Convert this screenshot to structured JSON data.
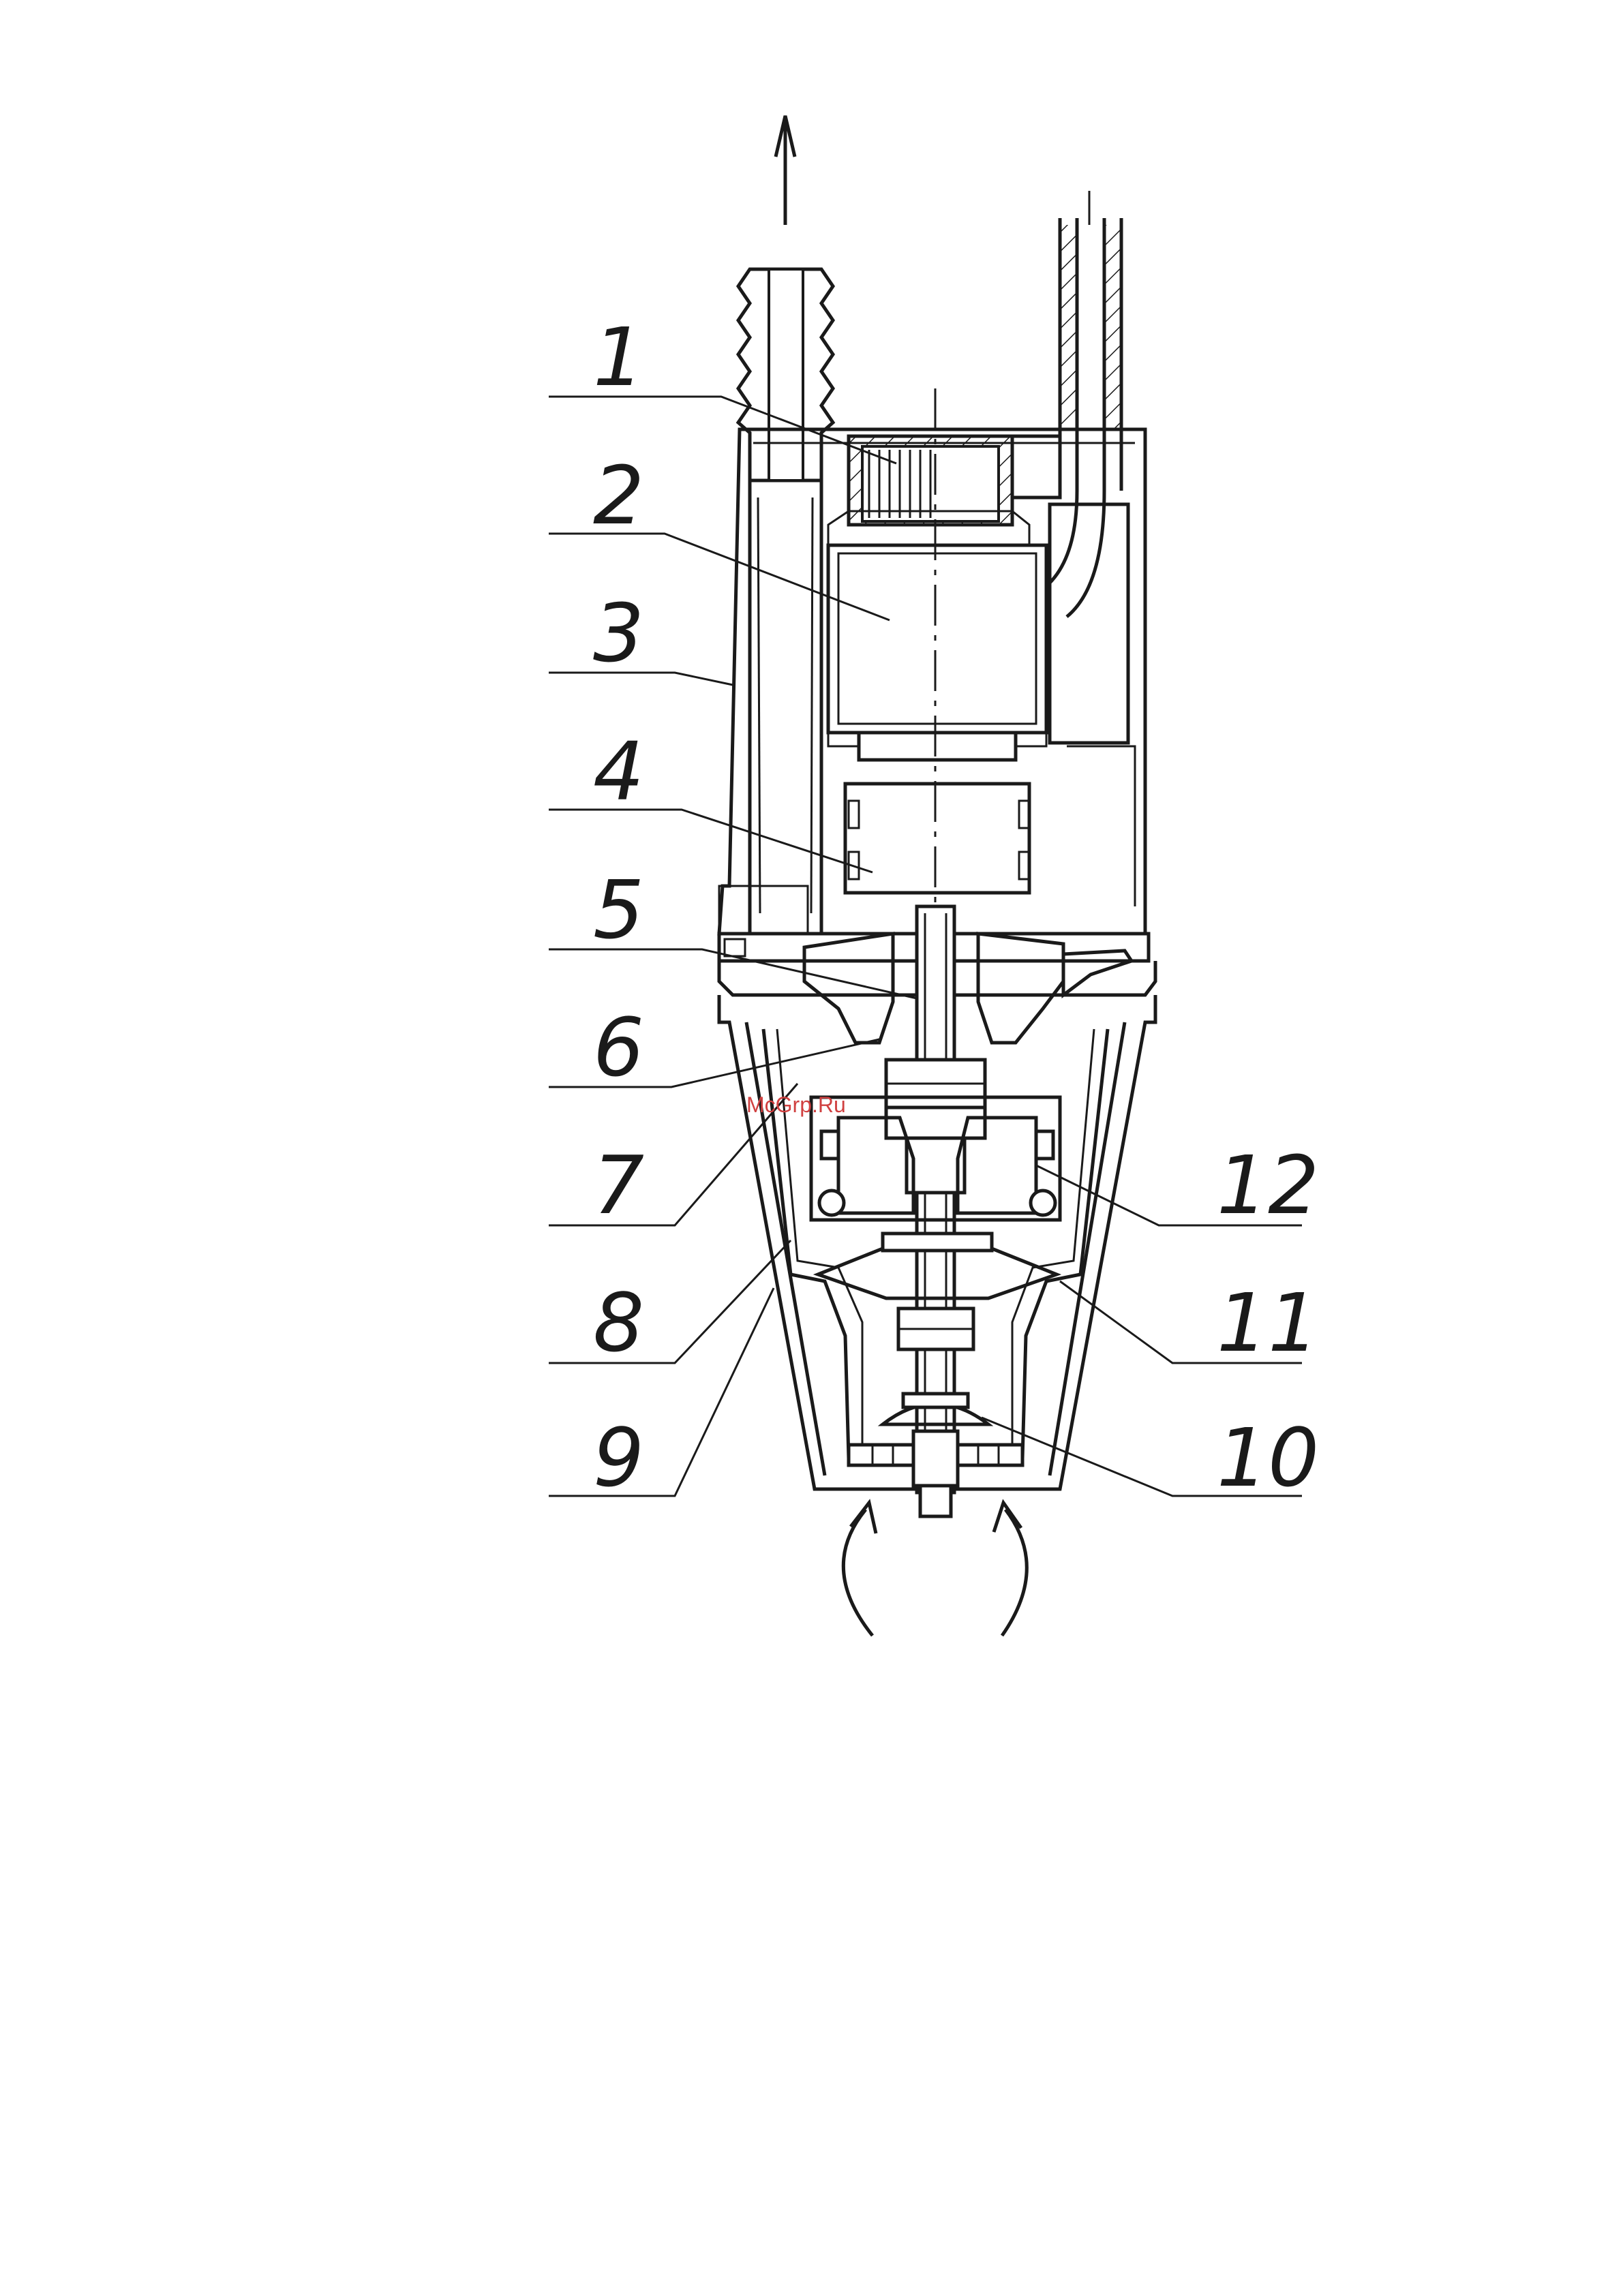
{
  "callouts": [
    {
      "id": "1",
      "text": "1"
    },
    {
      "id": "2",
      "text": "2"
    },
    {
      "id": "3",
      "text": "3"
    },
    {
      "id": "4",
      "text": "4"
    },
    {
      "id": "5",
      "text": "5"
    },
    {
      "id": "6",
      "text": "6"
    },
    {
      "id": "7",
      "text": "7"
    },
    {
      "id": "8",
      "text": "8"
    },
    {
      "id": "9",
      "text": "9"
    },
    {
      "id": "10",
      "text": "10"
    },
    {
      "id": "11",
      "text": "11"
    },
    {
      "id": "12",
      "text": "12"
    }
  ],
  "watermark": "McGrp.Ru",
  "colors": {
    "ink": "#1a1a1a",
    "watermark": "#d04040",
    "background": "#ffffff"
  },
  "icons": {
    "outlet": "arrow-up-icon",
    "inlet": "curved-arrow-icon"
  }
}
